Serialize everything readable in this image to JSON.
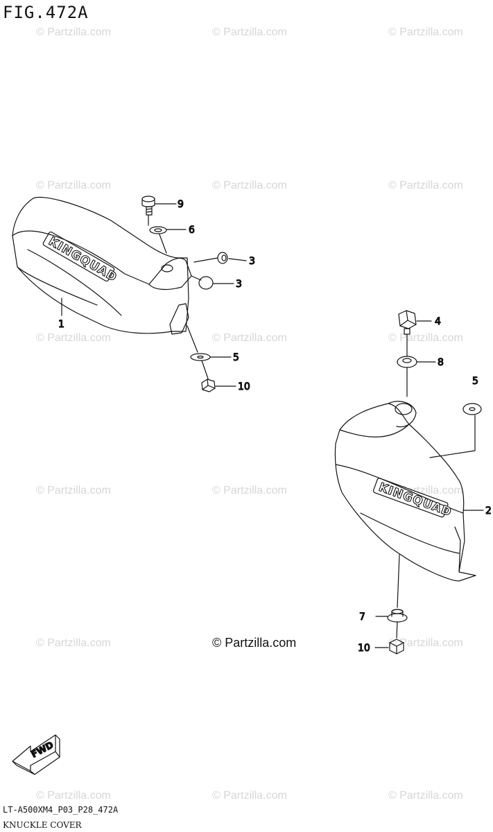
{
  "figure": {
    "title": "FIG.472A",
    "model_code": "LT-A500XM4_P03_P28_472A",
    "caption": "KNUCKLE COVER"
  },
  "watermark": {
    "text": "© Partzilla.com",
    "main_text": "© Partzilla.com"
  },
  "callouts": {
    "c1": "1",
    "c2": "2",
    "c3a": "3",
    "c3b": "3",
    "c4": "4",
    "c5a": "5",
    "c5b": "5",
    "c6": "6",
    "c7": "7",
    "c8": "8",
    "c9": "9",
    "c10a": "10",
    "c10b": "10"
  },
  "emblem": {
    "text": "KINGQUAD"
  },
  "direction": {
    "text": "FWD"
  },
  "icons": {
    "direction_arrow": "fwd-arrow-icon"
  },
  "colors": {
    "line": "#111111",
    "watermark": "#d6d6d6",
    "background": "#ffffff"
  }
}
